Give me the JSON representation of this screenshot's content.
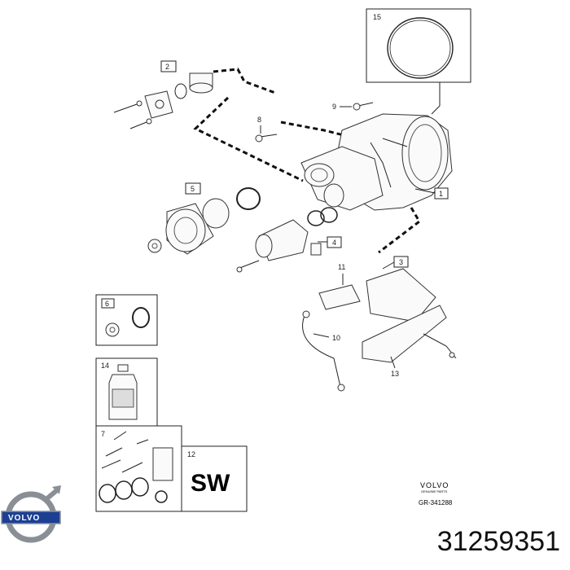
{
  "callouts": {
    "c1": "1",
    "c2": "2",
    "c3": "3",
    "c4": "4",
    "c5": "5",
    "c6": "6",
    "c7": "7",
    "c8": "8",
    "c9": "9",
    "c10": "10",
    "c11": "11",
    "c12": "12",
    "c13": "13",
    "c14": "14",
    "c15": "15"
  },
  "sw_label": "SW",
  "brand": {
    "name": "VOLVO",
    "sub": "GENUINE PARTS",
    "ref": "GR-341288"
  },
  "logo": {
    "text": "VOLVO"
  },
  "part_number": "31259351",
  "colors": {
    "logo_blue": "#1c3f94",
    "logo_steel": "#8a8f96"
  }
}
